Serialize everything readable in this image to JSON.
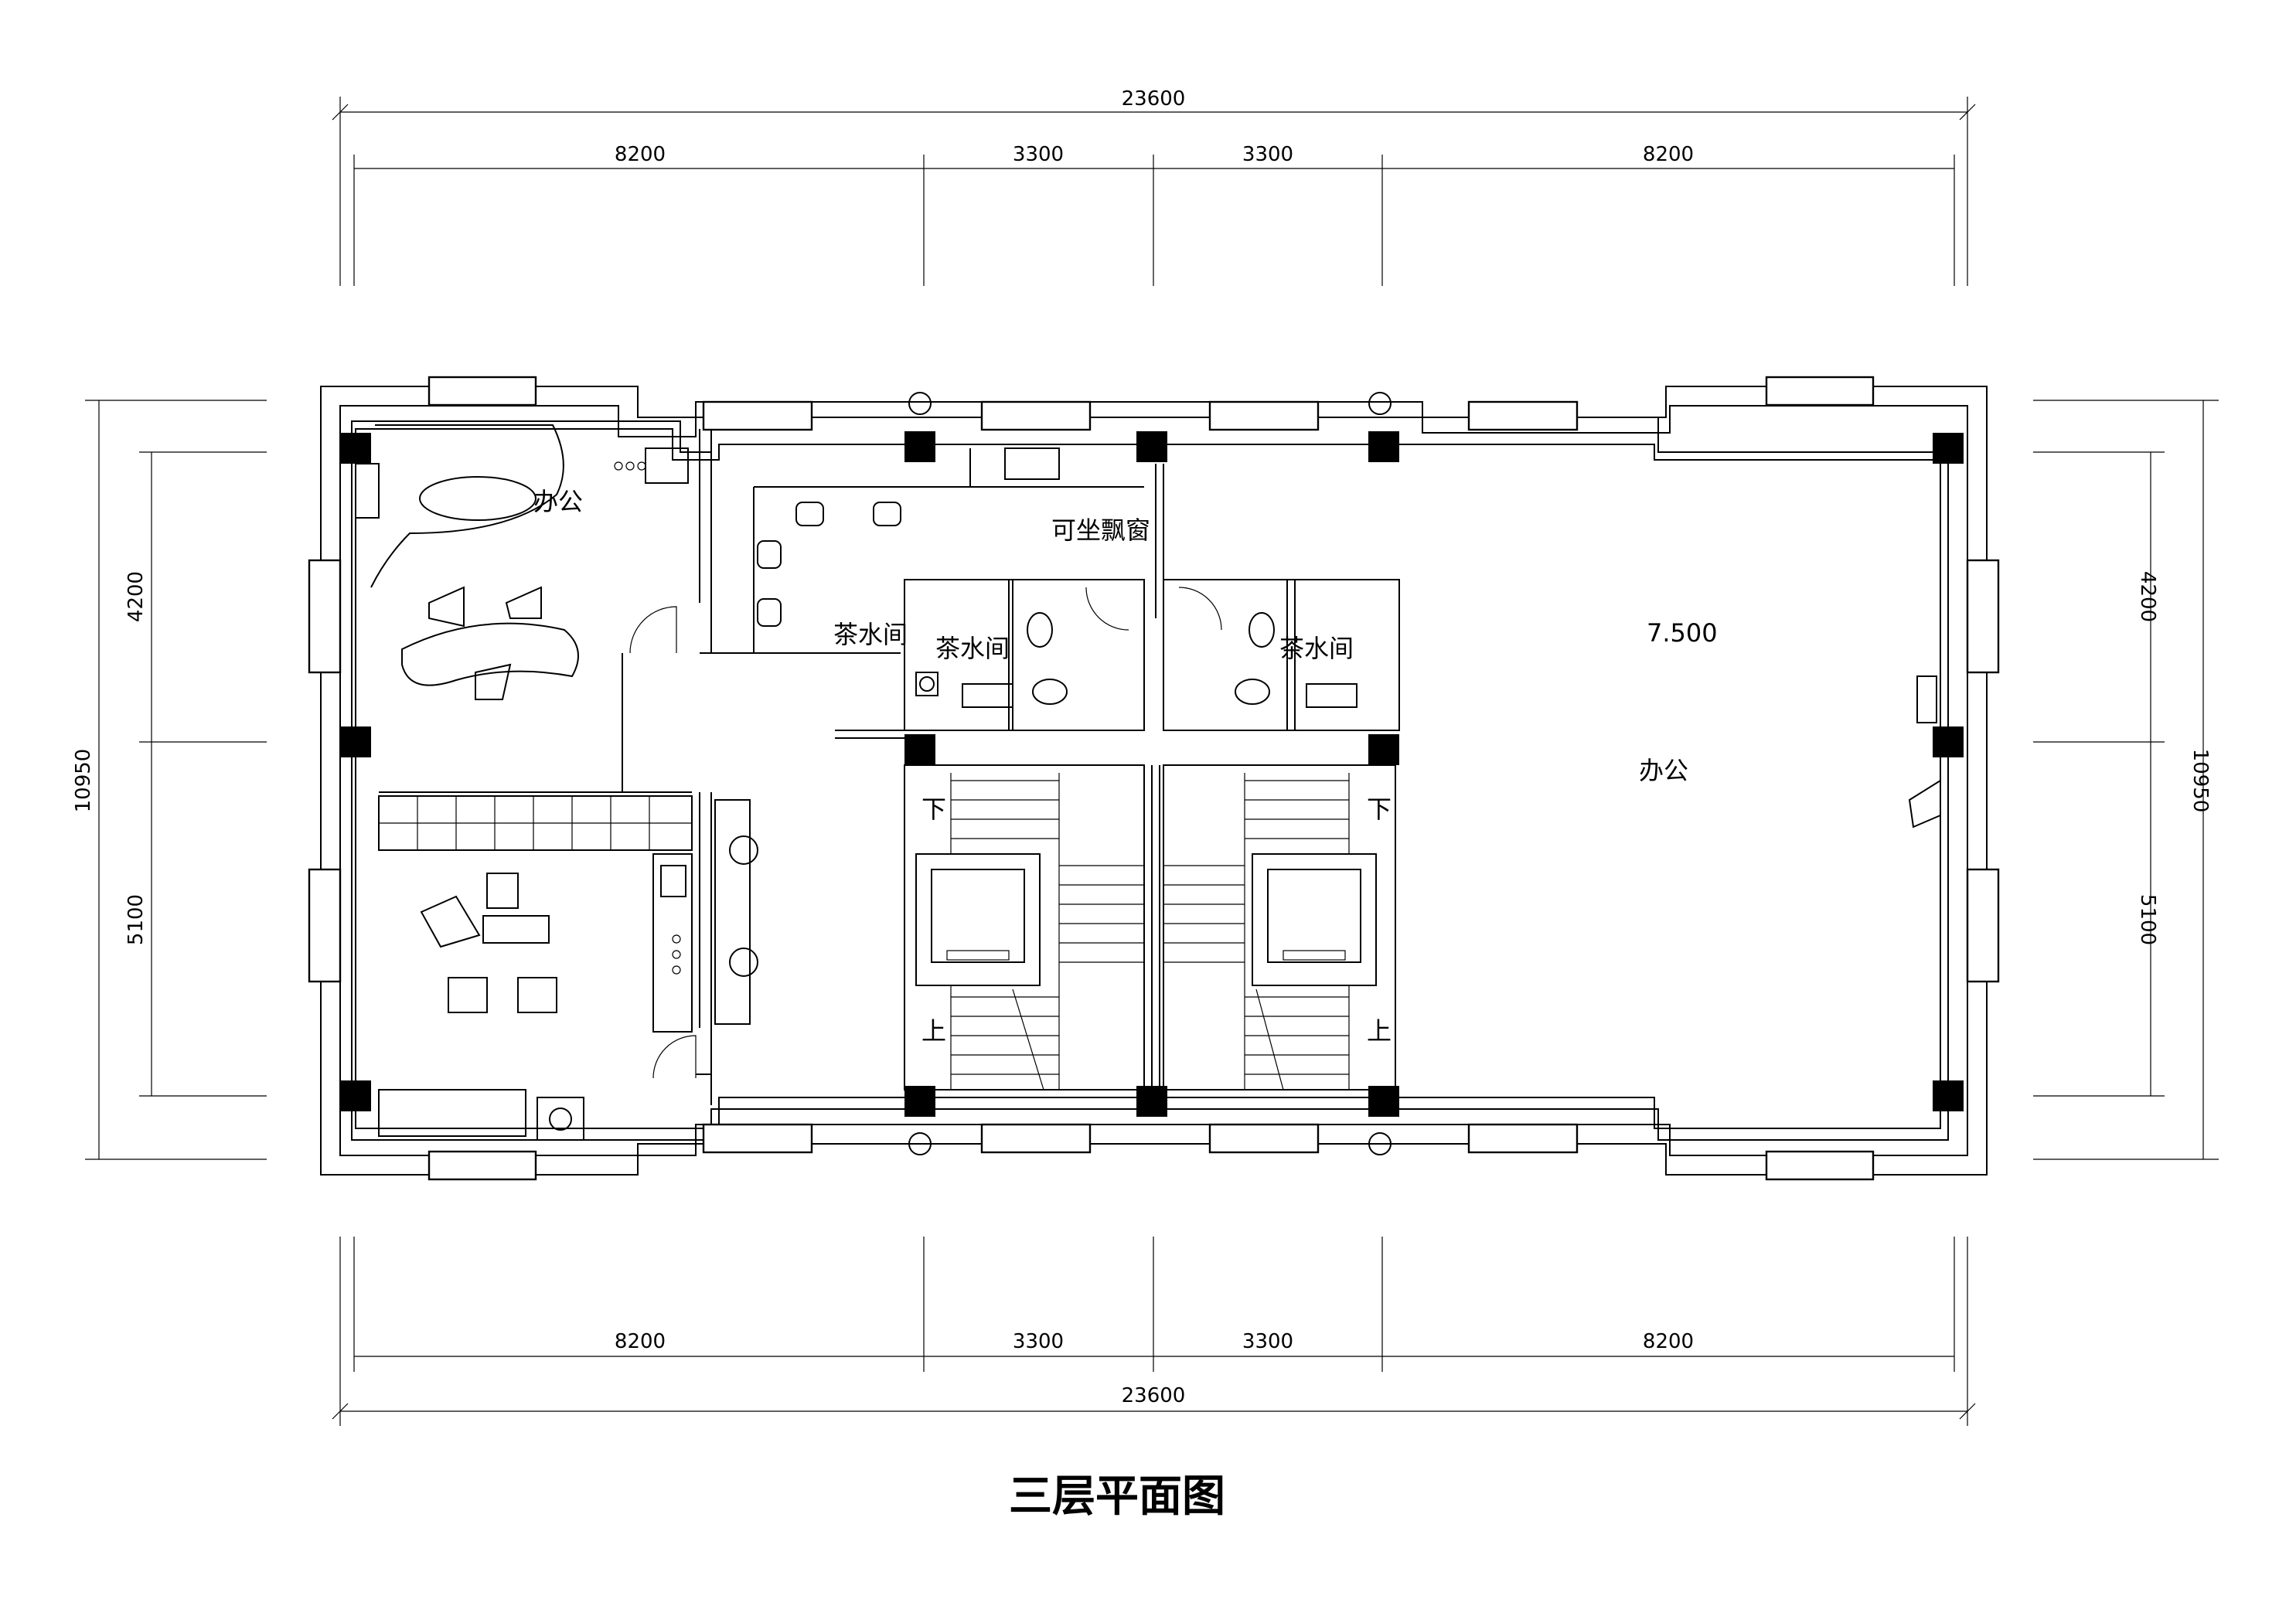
{
  "drawing": {
    "title": "三层平面图",
    "dimensions": {
      "top_total": "23600",
      "top_segments": [
        "8200",
        "3300",
        "3300",
        "8200"
      ],
      "bottom_segments": [
        "8200",
        "3300",
        "3300",
        "8200"
      ],
      "bottom_total": "23600",
      "left_total": "10950",
      "left_segments": [
        "4200",
        "5100"
      ],
      "right_total": "10950",
      "right_segments": [
        "4200",
        "5100"
      ]
    },
    "rooms": {
      "office_top_left": "办公",
      "tea_room_1": "茶水间",
      "tea_room_2": "茶水间",
      "tea_room_3": "茶水间",
      "bay_window": "可坐飘窗",
      "elevation": "7.500",
      "office_right": "办公"
    },
    "stairs": {
      "down_left": "下",
      "down_right": "下",
      "up_left": "上",
      "up_right": "上"
    }
  }
}
